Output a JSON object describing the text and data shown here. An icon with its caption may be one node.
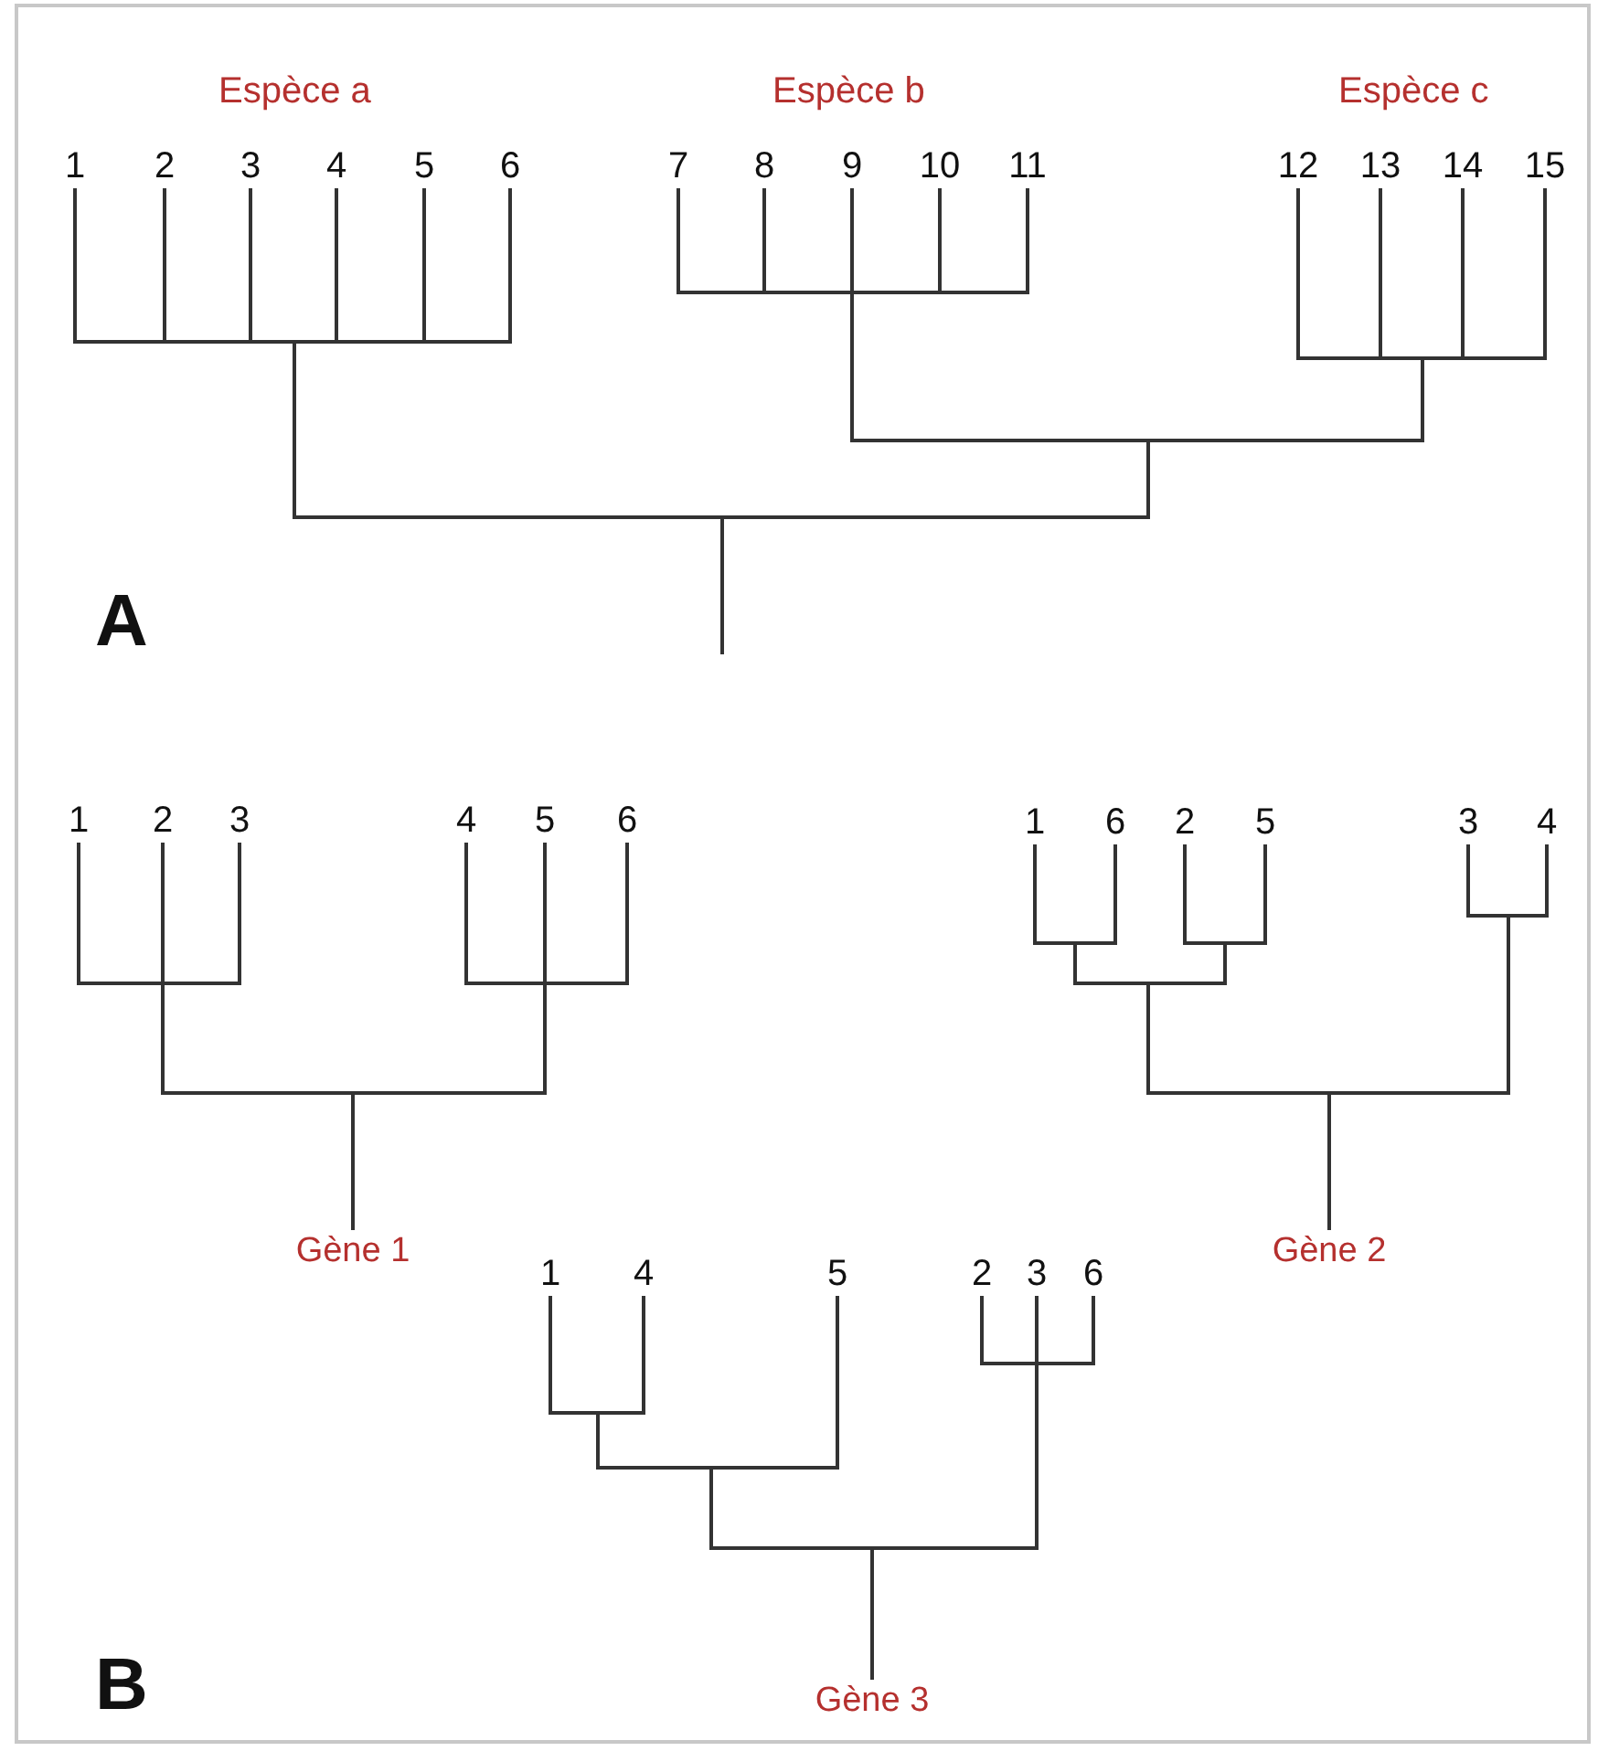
{
  "diagram": {
    "nodes": [
      {
        "text": [
          "1"
        ]
      },
      {
        "text": [
          "2"
        ]
      },
      {
        "text": [
          "3"
        ]
      },
      {
        "text": [
          "4"
        ]
      },
      {
        "text": [
          "5"
        ]
      },
      {
        "text": [
          "6"
        ]
      },
      {
        "text": [
          "7"
        ]
      },
      {
        "text": [
          "8"
        ]
      },
      {
        "text": [
          "9"
        ]
      },
      {
        "text": [
          "10"
        ]
      },
      {
        "text": [
          "11"
        ]
      },
      {
        "text": [
          "12"
        ]
      },
      {
        "text": [
          "13"
        ]
      },
      {
        "text": [
          "14"
        ]
      },
      {
        "text": [
          "15"
        ]
      },
      {
        "text": [],
        "shape": "bar"
      },
      {
        "text": [],
        "shape": "bar"
      },
      {
        "text": [],
        "shape": "bar"
      },
      {
        "text": [],
        "shape": "bar"
      },
      {
        "text": [],
        "shape": "bar"
      },
      {
        "text": [
          "1"
        ]
      },
      {
        "text": [
          "2"
        ]
      },
      {
        "text": [
          "3"
        ]
      },
      {
        "text": [
          "4"
        ]
      },
      {
        "text": [
          "5"
        ]
      },
      {
        "text": [
          "6"
        ]
      },
      {
        "text": [],
        "shape": "bar"
      },
      {
        "text": [],
        "shape": "bar"
      },
      {
        "text": [],
        "shape": "bar"
      },
      {
        "text": [
          "Gène 1"
        ]
      },
      {
        "text": [
          "1"
        ]
      },
      {
        "text": [
          "6"
        ]
      },
      {
        "text": [
          "2"
        ]
      },
      {
        "text": [
          "5"
        ]
      },
      {
        "text": [
          "3"
        ]
      },
      {
        "text": [
          "4"
        ]
      },
      {
        "text": [],
        "shape": "bar"
      },
      {
        "text": [],
        "shape": "bar"
      },
      {
        "text": [],
        "shape": "bar"
      },
      {
        "text": [],
        "shape": "bar"
      },
      {
        "text": [],
        "shape": "bar"
      },
      {
        "text": [
          "Gène 2"
        ]
      },
      {
        "text": [
          "1"
        ]
      },
      {
        "text": [
          "4"
        ]
      },
      {
        "text": [
          "5"
        ]
      },
      {
        "text": [
          "2"
        ]
      },
      {
        "text": [
          "3"
        ]
      },
      {
        "text": [
          "6"
        ]
      },
      {
        "text": [],
        "shape": "bar"
      },
      {
        "text": [],
        "shape": "bar"
      },
      {
        "text": [],
        "shape": "bar"
      },
      {
        "text": [],
        "shape": "bar"
      },
      {
        "text": [
          "Gène 3"
        ]
      }
    ],
    "edges": [
      {
        "from": 0,
        "to": 15,
        "arrow": "none"
      },
      {
        "from": 1,
        "to": 15,
        "arrow": "none"
      },
      {
        "from": 2,
        "to": 15,
        "arrow": "none"
      },
      {
        "from": 3,
        "to": 15,
        "arrow": "none"
      },
      {
        "from": 4,
        "to": 15,
        "arrow": "none"
      },
      {
        "from": 5,
        "to": 15,
        "arrow": "none"
      },
      {
        "from": 6,
        "to": 16,
        "arrow": "none"
      },
      {
        "from": 7,
        "to": 16,
        "arrow": "none"
      },
      {
        "from": 8,
        "to": 16,
        "arrow": "none"
      },
      {
        "from": 9,
        "to": 16,
        "arrow": "none"
      },
      {
        "from": 10,
        "to": 16,
        "arrow": "none"
      },
      {
        "from": 11,
        "to": 17,
        "arrow": "none"
      },
      {
        "from": 12,
        "to": 17,
        "arrow": "none"
      },
      {
        "from": 13,
        "to": 17,
        "arrow": "none"
      },
      {
        "from": 14,
        "to": 17,
        "arrow": "none"
      },
      {
        "from": 16,
        "to": 18,
        "arrow": "none"
      },
      {
        "from": 17,
        "to": 18,
        "arrow": "none"
      },
      {
        "from": 15,
        "to": 19,
        "arrow": "none"
      },
      {
        "from": 18,
        "to": 19,
        "arrow": "none"
      },
      {
        "from": 19,
        "to": null,
        "arrow": "none"
      },
      {
        "from": 20,
        "to": 26,
        "arrow": "none"
      },
      {
        "from": 21,
        "to": 26,
        "arrow": "none"
      },
      {
        "from": 22,
        "to": 26,
        "arrow": "none"
      },
      {
        "from": 23,
        "to": 27,
        "arrow": "none"
      },
      {
        "from": 24,
        "to": 27,
        "arrow": "none"
      },
      {
        "from": 25,
        "to": 27,
        "arrow": "none"
      },
      {
        "from": 26,
        "to": 28,
        "arrow": "none"
      },
      {
        "from": 27,
        "to": 28,
        "arrow": "none"
      },
      {
        "from": 28,
        "to": 29,
        "arrow": "none"
      },
      {
        "from": 30,
        "to": 36,
        "arrow": "none"
      },
      {
        "from": 31,
        "to": 36,
        "arrow": "none"
      },
      {
        "from": 32,
        "to": 37,
        "arrow": "none"
      },
      {
        "from": 33,
        "to": 37,
        "arrow": "none"
      },
      {
        "from": 36,
        "to": 38,
        "arrow": "none"
      },
      {
        "from": 37,
        "to": 38,
        "arrow": "none"
      },
      {
        "from": 34,
        "to": 39,
        "arrow": "none"
      },
      {
        "from": 35,
        "to": 39,
        "arrow": "none"
      },
      {
        "from": 38,
        "to": 40,
        "arrow": "none"
      },
      {
        "from": 39,
        "to": 40,
        "arrow": "none"
      },
      {
        "from": 40,
        "to": 41,
        "arrow": "none"
      },
      {
        "from": 42,
        "to": 48,
        "arrow": "none"
      },
      {
        "from": 43,
        "to": 48,
        "arrow": "none"
      },
      {
        "from": 48,
        "to": 49,
        "arrow": "none"
      },
      {
        "from": 44,
        "to": 49,
        "arrow": "none"
      },
      {
        "from": 45,
        "to": 50,
        "arrow": "none"
      },
      {
        "from": 46,
        "to": 50,
        "arrow": "none"
      },
      {
        "from": 47,
        "to": 50,
        "arrow": "none"
      },
      {
        "from": 49,
        "to": 51,
        "arrow": "none"
      },
      {
        "from": 50,
        "to": 51,
        "arrow": "none"
      },
      {
        "from": 51,
        "to": 52,
        "arrow": "none"
      }
    ],
    "labels": [
      "Espèce a",
      "Espèce b",
      "Espèce c",
      "A",
      "B"
    ]
  }
}
